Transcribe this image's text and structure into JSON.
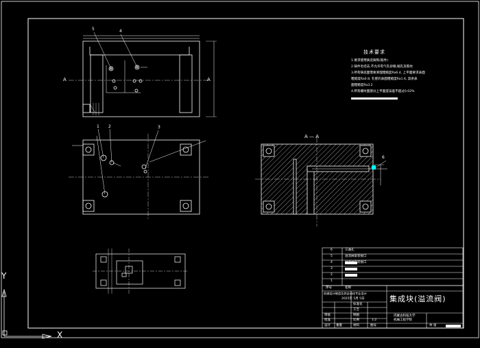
{
  "colors": {
    "background": "#000000",
    "lines": "#ffffff",
    "accent": "#00ffff"
  },
  "section_labels": {
    "top_left": "A",
    "top_right": "A",
    "section_title": "A — A"
  },
  "balloons": {
    "top_view": [
      "5",
      "4"
    ],
    "front_view": [
      "1",
      "2",
      "3"
    ],
    "section_view": [
      "6"
    ]
  },
  "tech_requirements": {
    "title": "技术要求",
    "lines": [
      "1.要求使用铸造铸铁(锻件)",
      "2.铸件毛坯去,不允许有气孔砂眼,缩孔及裂纹",
      "3.所有铸造面需要清理粗糙度Ra6.4, 上平面要求表面",
      "粗糙度Ra0.8, 孔壁的表面粗糙度Ra1.6, 其余表",
      "面粗糙度Ra3.2",
      "4.所有螺纹面部分上平面度误差不超过0.02%"
    ]
  },
  "bom": [
    {
      "no": "6",
      "name": "三通孔"
    },
    {
      "no": "5",
      "name": "溢流阀安装接口"
    },
    {
      "no": "4",
      "name": "溢流阀安装接口"
    },
    {
      "no": "3",
      "name": ""
    },
    {
      "no": "2",
      "name": ""
    },
    {
      "no": "1",
      "name": ""
    }
  ],
  "bom_header": {
    "no": "序号",
    "name": "名称"
  },
  "title_block": {
    "part_name": "集成块(溢流阀)",
    "project": "机械设计制造及其自动化专业设计",
    "date": "2025年  5月  5日",
    "school_line1": "内蒙古科技大学",
    "school_line2": "机械工程学院",
    "scale": "1:2",
    "labels": {
      "design": "设计",
      "check": "审核",
      "approve": "批准",
      "standard": "标准化",
      "process": "工艺",
      "drawn": "制图",
      "ratio": "比例",
      "weight": "重量",
      "material": "材料",
      "sheet": "共  张",
      "drawing_no": "图号"
    }
  },
  "axis_labels": {
    "y": "Y",
    "x": "X"
  }
}
